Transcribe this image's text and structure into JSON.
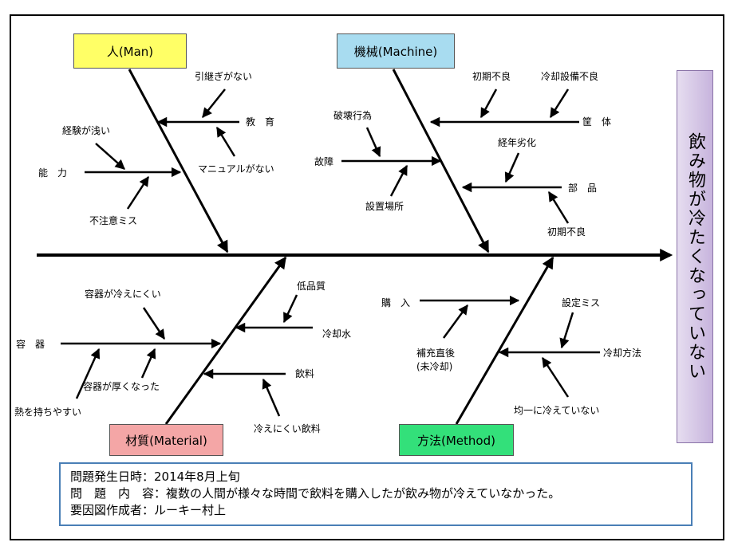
{
  "effect": "飲み物が冷たくなっていない",
  "categories": {
    "man": "人(Man)",
    "machine": "機械(Machine)",
    "material": "材質(Material)",
    "method": "方法(Method)"
  },
  "colors": {
    "man": "#ffff66",
    "machine": "#a8dcf0",
    "material": "#f4a6a6",
    "method": "#33e07a",
    "effect": "#c7b4dd",
    "info_border": "#4a7fb6"
  },
  "man": {
    "education": "教　育",
    "no_handover": "引継ぎがない",
    "no_manual": "マニュアルがない",
    "ability": "能　力",
    "low_experience": "経験が浅い",
    "carelessness": "不注意ミス"
  },
  "machine": {
    "casing": "筐　体",
    "initial_defect_1": "初期不良",
    "cooling_defect": "冷却設備不良",
    "aging": "経年劣化",
    "parts": "部　品",
    "initial_defect_2": "初期不良",
    "failure": "故障",
    "vandalism": "破壊行為",
    "location": "設置場所"
  },
  "material": {
    "low_quality": "低品質",
    "cooling_water": "冷却水",
    "container": "容　器",
    "hard_to_cool": "容器が冷えにくい",
    "thick_container": "容器が厚くなった",
    "heat_retaining": "熱を持ちやすい",
    "beverage": "飲料",
    "cold_resistant_drink": "冷えにくい飲料"
  },
  "method": {
    "purchase": "購　入",
    "refill_1": "補充直後",
    "refill_2": "(未冷却)",
    "setting_mistake": "設定ミス",
    "cooling_method": "冷却方法",
    "uneven_cooling": "均一に冷えていない"
  },
  "info": {
    "line1": "問題発生日時：2014年8月上旬",
    "line2": "問　題　内　容：複数の人間が様々な時間で飲料を購入したが飲み物が冷えていなかった。",
    "line3": "要因図作成者：ルーキー村上"
  }
}
